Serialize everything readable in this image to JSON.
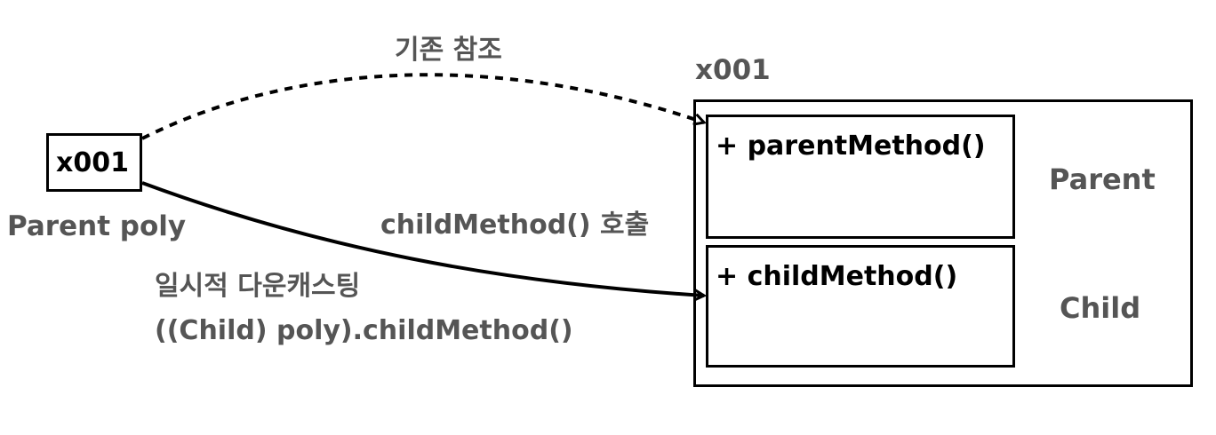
{
  "reference_box": {
    "address": "x001",
    "variable_label": "Parent poly"
  },
  "arrows": {
    "existing_reference": "기존 참조",
    "call_label": "childMethod() 호출",
    "downcast_line1": "일시적 다운캐스팅",
    "downcast_line2": "((Child) poly).childMethod()"
  },
  "instance": {
    "address": "x001",
    "parent": {
      "type_label": "Parent",
      "method": "+ parentMethod()"
    },
    "child": {
      "type_label": "Child",
      "method": "+ childMethod()"
    }
  },
  "colors": {
    "stroke": "#000000",
    "label_gray": "#555555"
  }
}
